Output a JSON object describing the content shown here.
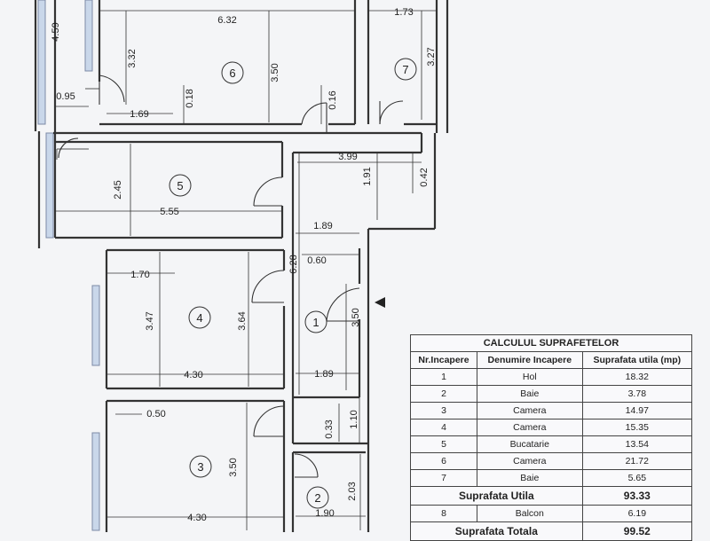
{
  "plan": {
    "dimensions": {
      "d_459": "4.59",
      "d_632": "6.32",
      "d_173": "1.73",
      "d_332": "3.32",
      "d_350_r6": "3.50",
      "d_327": "3.27",
      "d_095": "0.95",
      "d_018": "0.18",
      "d_169": "1.69",
      "d_016": "0.16",
      "d_399": "3.99",
      "d_245": "2.45",
      "d_191": "1.91",
      "d_042": "0.42",
      "d_555": "5.55",
      "d_189_a": "1.89",
      "d_628": "6.28",
      "d_060": "0.60",
      "d_170": "1.70",
      "d_347": "3.47",
      "d_364": "3.64",
      "d_350_hol": "3.50",
      "d_430_a": "4.30",
      "d_189_b": "1.89",
      "d_050": "0.50",
      "d_033": "0.33",
      "d_110": "1.10",
      "d_350_r3": "3.50",
      "d_203": "2.03",
      "d_430_b": "4.30",
      "d_190": "1.90"
    },
    "room_numbers": {
      "r1": "1",
      "r2": "2",
      "r3": "3",
      "r4": "4",
      "r5": "5",
      "r6": "6",
      "r7": "7"
    }
  },
  "table": {
    "title": "CALCULUL SUPRAFETELOR",
    "headers": [
      "Nr.Incapere",
      "Denumire Incapere",
      "Suprafata utila (mp)"
    ],
    "rows": [
      {
        "nr": "1",
        "name": "Hol",
        "area": "18.32"
      },
      {
        "nr": "2",
        "name": "Baie",
        "area": "3.78"
      },
      {
        "nr": "3",
        "name": "Camera",
        "area": "14.97"
      },
      {
        "nr": "4",
        "name": "Camera",
        "area": "15.35"
      },
      {
        "nr": "5",
        "name": "Bucatarie",
        "area": "13.54"
      },
      {
        "nr": "6",
        "name": "Camera",
        "area": "21.72"
      },
      {
        "nr": "7",
        "name": "Baie",
        "area": "5.65"
      }
    ],
    "utila_label": "Suprafata Utila",
    "utila_value": "93.33",
    "balcon": {
      "nr": "8",
      "name": "Balcon",
      "area": "6.19"
    },
    "totala_label": "Suprafata Totala",
    "totala_value": "99.52"
  }
}
